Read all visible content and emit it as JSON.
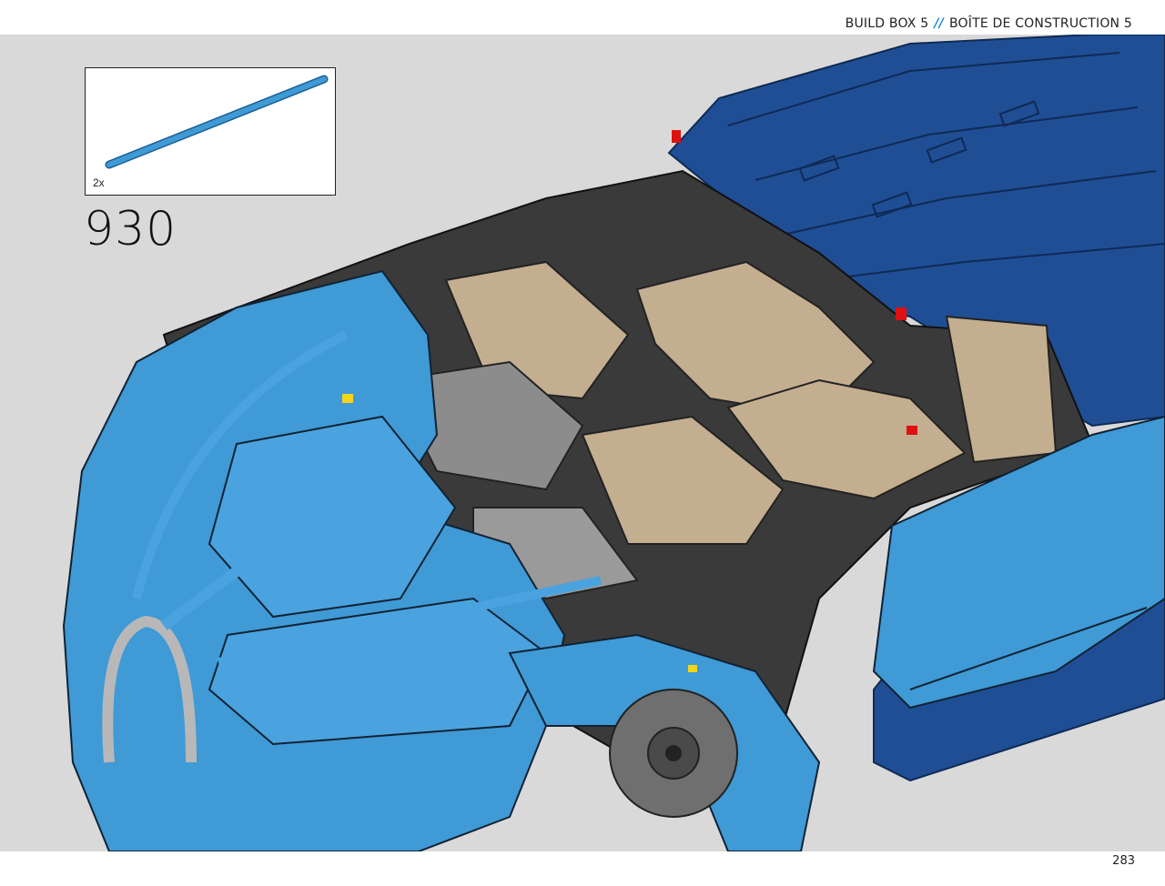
{
  "header": {
    "left_label": "BUILD BOX 5",
    "separator": "//",
    "right_label": "BOÎTE DE CONSTRUCTION 5"
  },
  "callout": {
    "part_icon": "technic-axle-icon",
    "quantity": "2x"
  },
  "step": {
    "number": "930"
  },
  "footer": {
    "page_number": "283"
  },
  "colors": {
    "background": "#d9d9d9",
    "body_blue": "#3f9ad6",
    "dark_blue": "#1f4e95",
    "tan": "#c4ae90",
    "dark_gray": "#3a3a3a",
    "accent_blue": "#1e88d8"
  }
}
